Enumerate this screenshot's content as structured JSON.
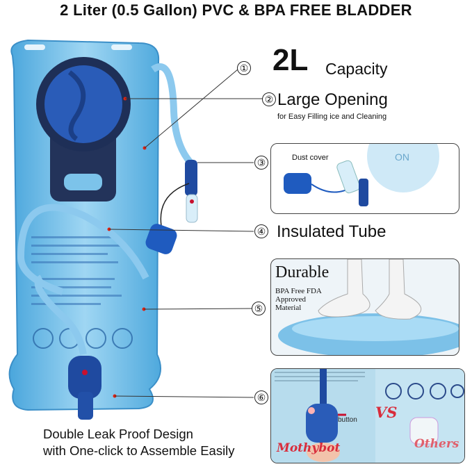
{
  "title": "2 Liter (0.5 Gallon) PVC & BPA FREE BLADDER",
  "capacity": {
    "big": "2L",
    "small": "Capacity"
  },
  "callouts": [
    {
      "num": "①"
    },
    {
      "num": "②",
      "label": "Large Opening",
      "sub": "for Easy Filling ice and Cleaning"
    },
    {
      "num": "③"
    },
    {
      "num": "④",
      "label": "Insulated Tube"
    },
    {
      "num": "⑤"
    },
    {
      "num": "⑥"
    }
  ],
  "panel_dust": {
    "label": "Dust cover",
    "stamp": "ON"
  },
  "panel_durable": {
    "heading": "Durable",
    "lines": [
      "BPA Free FDA",
      "Approved",
      "Material"
    ]
  },
  "panel_compare": {
    "left": "Mothybot",
    "vs": "VS",
    "right": "Others",
    "button": "button"
  },
  "bottom_text": [
    "Double Leak Proof Design",
    "with One-click to Assemble Easily"
  ],
  "colors": {
    "bladder": "#5fb3e3",
    "cap": "#1f4aa0",
    "accent": "#c8102e"
  }
}
